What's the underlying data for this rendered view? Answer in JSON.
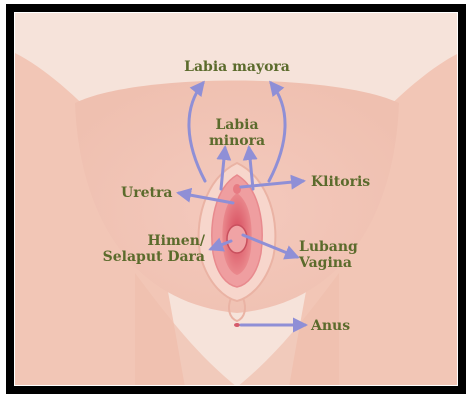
{
  "labels": {
    "labia_mayora": "Labia mayora",
    "labia_minora_line1": "Labia",
    "labia_minora_line2": "minora",
    "klitoris": "Klitoris",
    "uretra": "Uretra",
    "himen_line1": "Himen/",
    "himen_line2": "Selaput Dara",
    "lubang_line1": "Lubang",
    "lubang_line2": "Vagina",
    "anus": "Anus"
  },
  "colors": {
    "label": "#5b6b2c",
    "arrow": "#8f8fd6",
    "skin": "#f3cdbf",
    "frame": "#000000"
  }
}
